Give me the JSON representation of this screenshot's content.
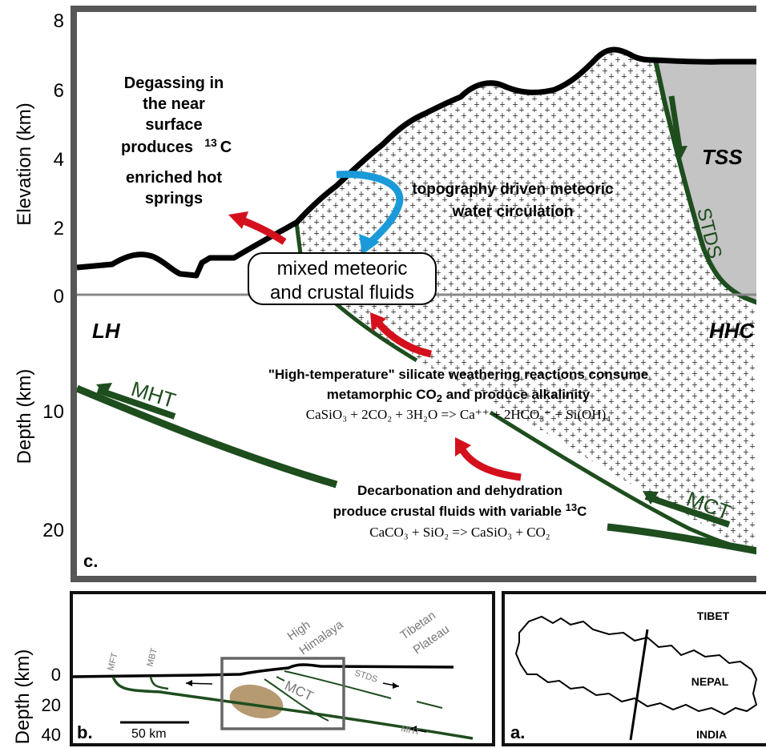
{
  "panel_c": {
    "label": "c.",
    "y_ticks": [
      "8",
      "6",
      "4",
      "2",
      "0",
      "10",
      "20"
    ],
    "y_label_elevation": "Elevation (km)",
    "y_label_depth": "Depth (km)",
    "degassing_text": [
      "Degassing in",
      "the near",
      "surface",
      "produces",
      "13",
      "C",
      "enriched hot",
      "springs"
    ],
    "topography_text": [
      "topography driven meteoric",
      "water circulation"
    ],
    "mixed_fluids_text": [
      "mixed meteoric",
      "and crustal fluids"
    ],
    "unit_lh": "LH",
    "unit_hhc": "HHC",
    "unit_tss": "TSS",
    "fault_stds": "STDS",
    "fault_mht": "MHT",
    "fault_mct": "MCT",
    "weathering_text": [
      "\"High-temperature\" silicate weathering reactions consume",
      "metamorphic CO",
      "2",
      " and produce alkalinity"
    ],
    "weathering_eq": "CaSiO₃ + 2CO₂ + 3H₂O => Ca⁺⁺ + 2HCO₃⁻ + Si(OH)₄",
    "decarbonation_text": [
      "Decarbonation and dehydration",
      "produce crustal fluids with variable ",
      "13",
      "C"
    ],
    "decarbonation_eq": "CaCO₃ + SiO₂ => CaSiO₃ + CO₂"
  },
  "panel_b": {
    "label": "b.",
    "y_label": "Depth (km)",
    "y_ticks": [
      "0",
      "20",
      "40"
    ],
    "labels": {
      "mft": "MFT",
      "mbt": "MBT",
      "high": "High",
      "himalaya": "Himalaya",
      "tibetan": "Tibetan",
      "plateau": "Plateau",
      "mct": "MCT",
      "stds": "STDS",
      "mht": "MHT"
    },
    "scale_bar": "50 km"
  },
  "panel_a": {
    "label": "a.",
    "tibet": "TIBET",
    "nepal": "NEPAL",
    "india": "INDIA"
  },
  "colors": {
    "fault_green": "#1e4d1e",
    "tss_gray": "#c4c4c4",
    "arrow_red": "#d4101c",
    "arrow_blue": "#1a9ad9",
    "frame_gray": "#575757",
    "zone_tan": "#b59a72"
  }
}
